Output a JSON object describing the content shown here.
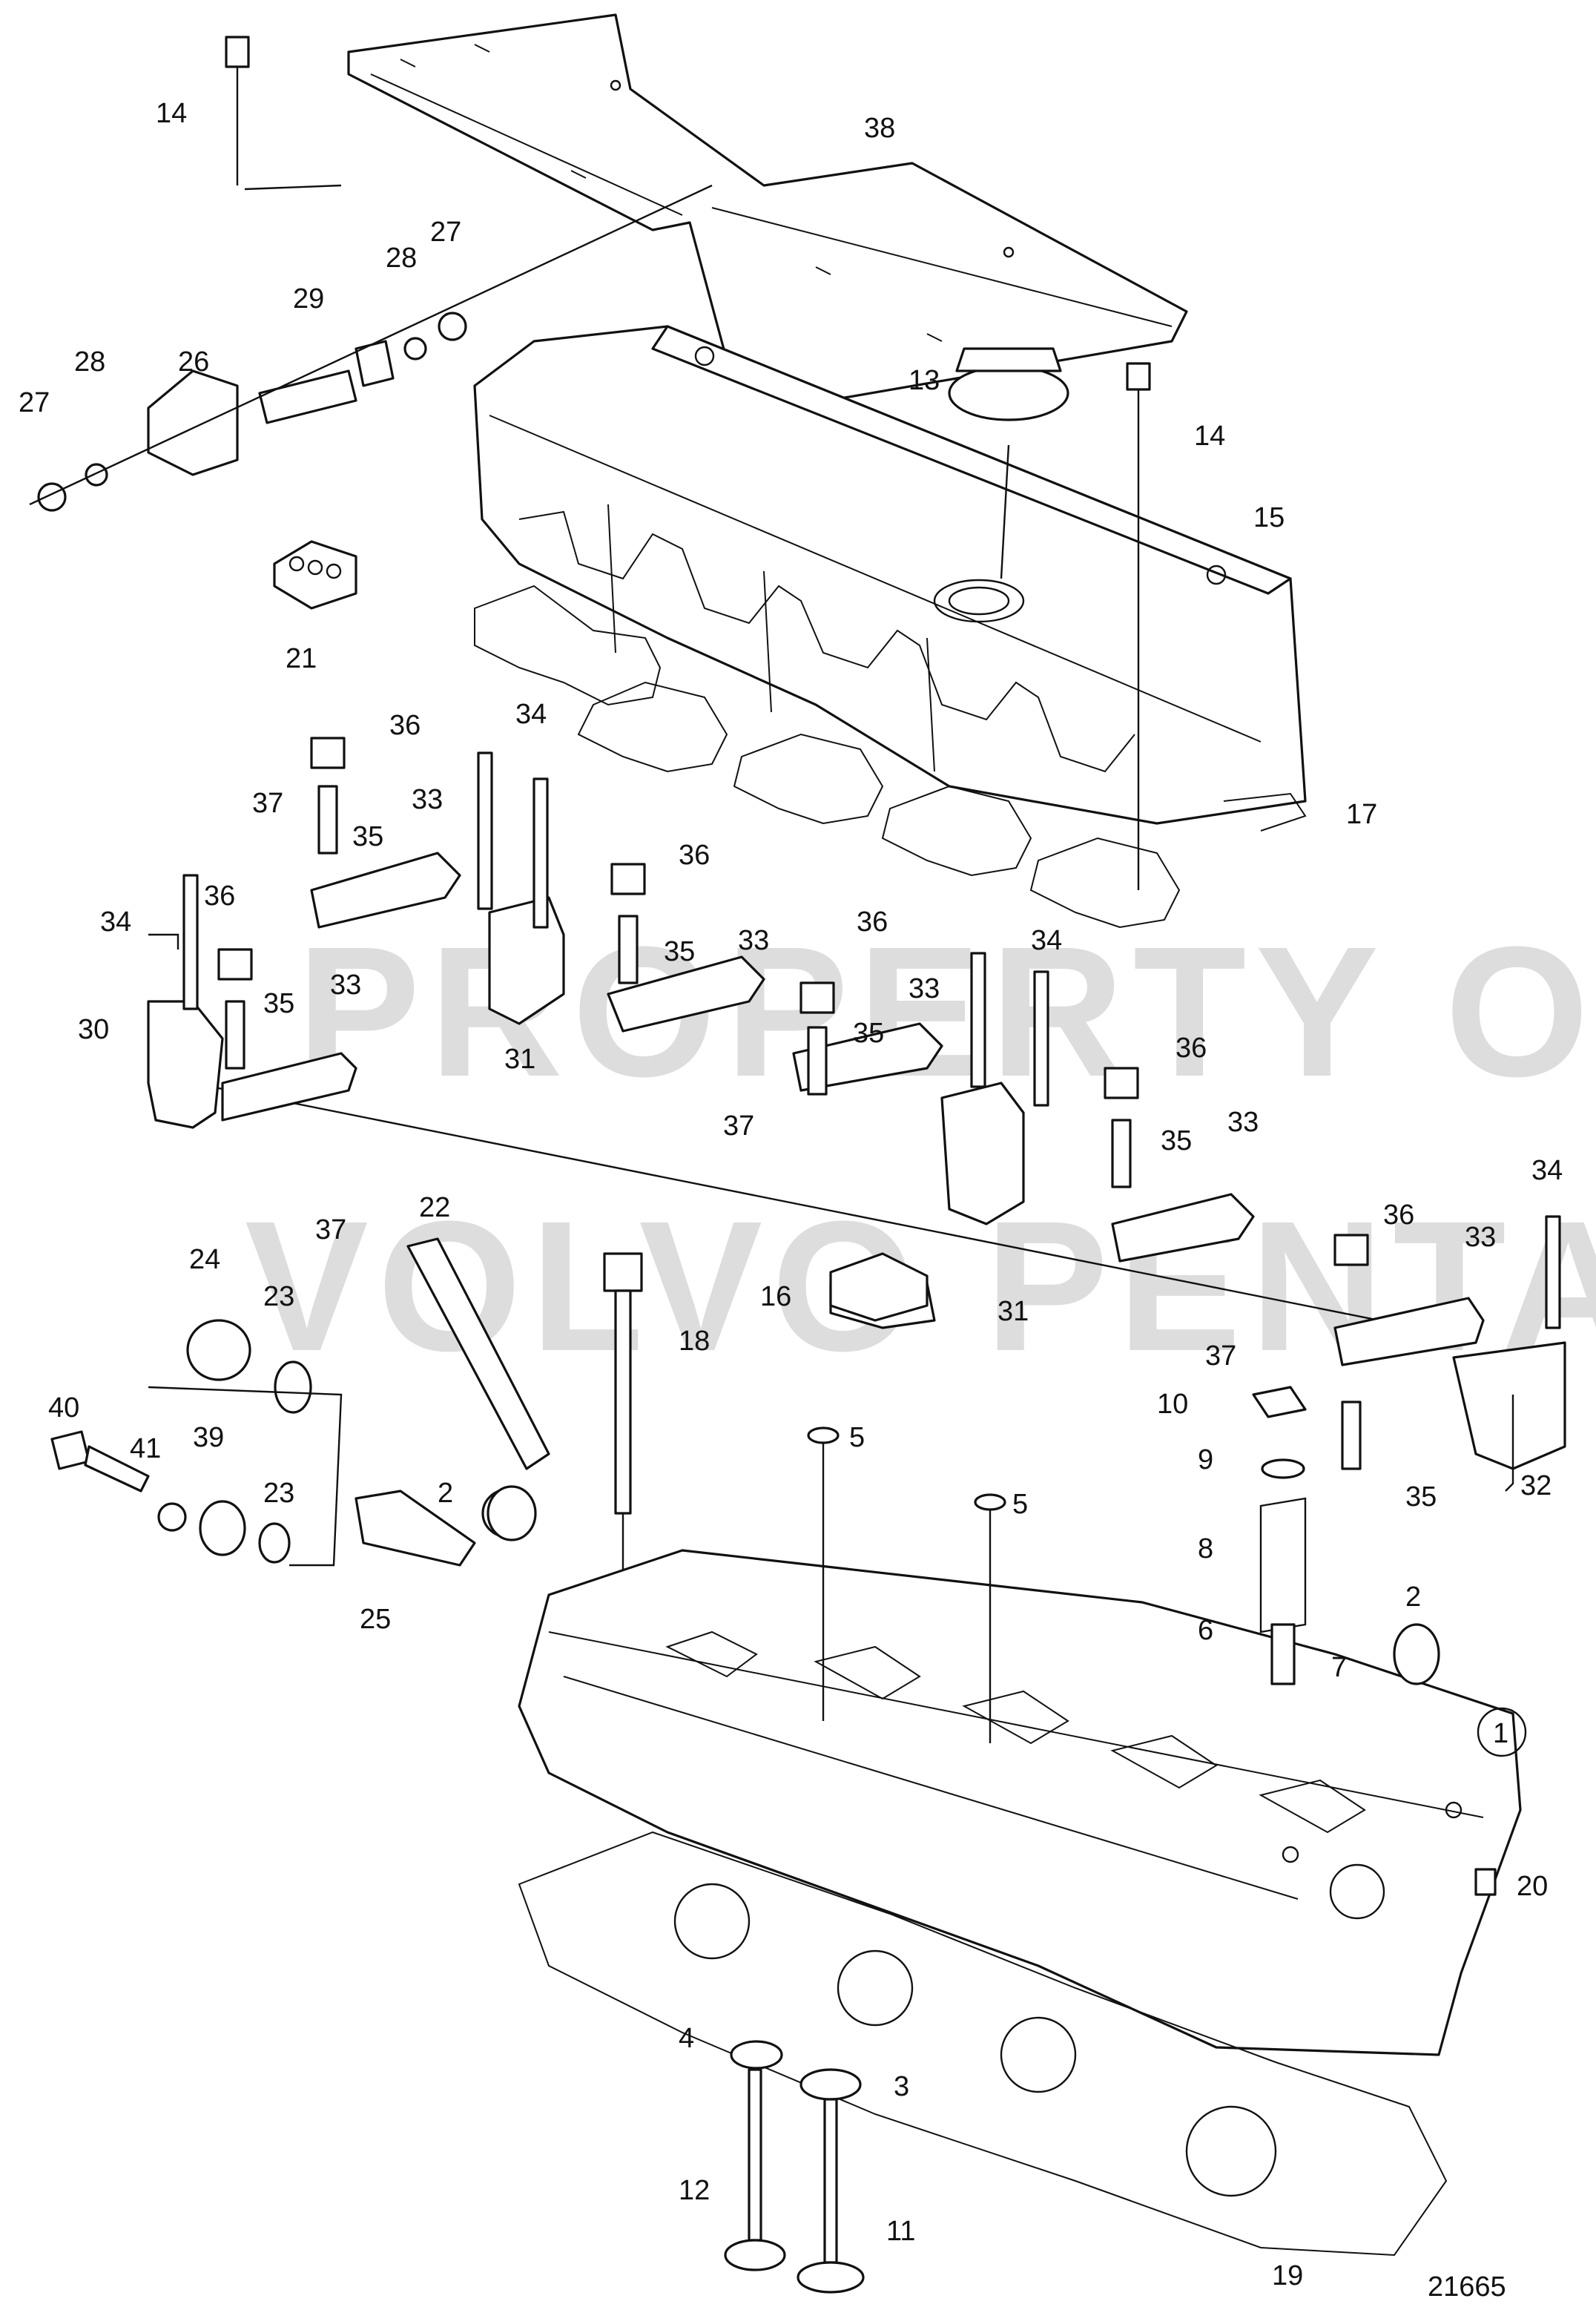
{
  "watermark": {
    "line1": "PROPERTY OF",
    "line2": "VOLVO PENTA"
  },
  "drawing_number": "21665",
  "callouts": {
    "c1": "1",
    "c2a": "2",
    "c2b": "2",
    "c3": "3",
    "c4": "4",
    "c5a": "5",
    "c5b": "5",
    "c6": "6",
    "c7": "7",
    "c8": "8",
    "c9": "9",
    "c10": "10",
    "c11": "11",
    "c12": "12",
    "c13": "13",
    "c14a": "14",
    "c14b": "14",
    "c15": "15",
    "c16": "16",
    "c17": "17",
    "c18": "18",
    "c19": "19",
    "c20": "20",
    "c21": "21",
    "c22": "22",
    "c23a": "23",
    "c23b": "23",
    "c24": "24",
    "c25": "25",
    "c26": "26",
    "c27a": "27",
    "c27b": "27",
    "c28a": "28",
    "c28b": "28",
    "c29": "29",
    "c30": "30",
    "c31a": "31",
    "c31b": "31",
    "c32": "32",
    "c33a": "33",
    "c33b": "33",
    "c33c": "33",
    "c33d": "33",
    "c33e": "33",
    "c33f": "33",
    "c34a": "34",
    "c34b": "34",
    "c34c": "34",
    "c34d": "34",
    "c35a": "35",
    "c35b": "35",
    "c35c": "35",
    "c35d": "35",
    "c35e": "35",
    "c35f": "35",
    "c36a": "36",
    "c36b": "36",
    "c36c": "36",
    "c36d": "36",
    "c36e": "36",
    "c36f": "36",
    "c37a": "37",
    "c37b": "37",
    "c37c": "37",
    "c37d": "37",
    "c38": "38",
    "c39": "39",
    "c40": "40",
    "c41": "41"
  }
}
